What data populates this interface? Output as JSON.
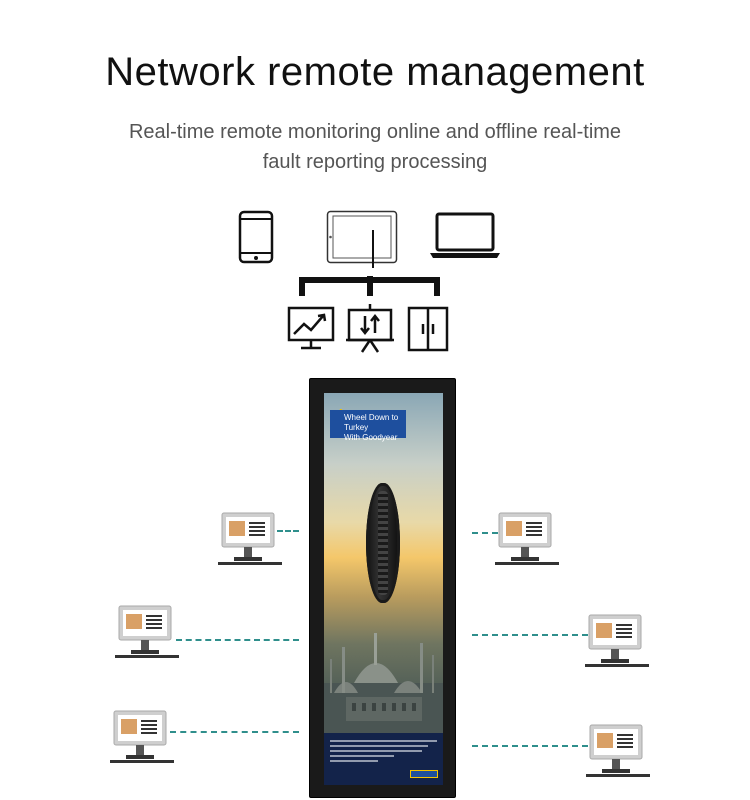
{
  "header": {
    "title": "Network remote management",
    "subtitle_line1": "Real-time remote monitoring online and offline real-time",
    "subtitle_line2": "fault reporting processing"
  },
  "kiosk": {
    "ad_banner_line1": "Wheel Down to Turkey",
    "ad_banner_line2": "With Goodyear"
  },
  "icons": {
    "top_row": [
      "smartphone-icon",
      "tablet-icon",
      "laptop-icon"
    ],
    "bottom_row": [
      "analytics-monitor-icon",
      "presentation-board-icon",
      "cabinet-icon"
    ],
    "workstation": "workstation-icon"
  },
  "colors": {
    "connector": "#2f8f8c",
    "title": "#111111",
    "subtitle": "#555555"
  }
}
